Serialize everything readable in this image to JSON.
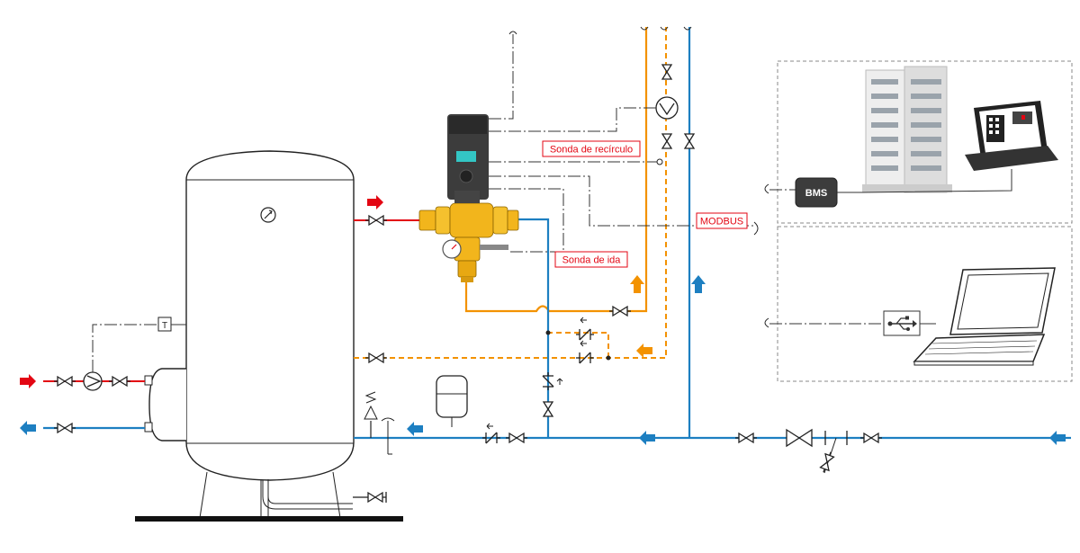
{
  "labels": {
    "sonda_recirculo": "Sonda de recírculo",
    "sonda_ida": "Sonda de ida",
    "modbus": "MODBUS",
    "bms": "BMS",
    "tank_sensor": "T"
  },
  "colors": {
    "cold_water": "#1d7fc1",
    "hot_water": "#f39200",
    "heating": "#e30613",
    "valve_body": "#f2b51c",
    "controller": "#3c3c3c",
    "display": "#33c6c4"
  },
  "icons": [
    "gauge-icon",
    "pump-icon",
    "check-valve-icon",
    "gate-valve-icon",
    "usb-icon",
    "building-icon",
    "laptop-icon",
    "monitor-icon",
    "expansion-vessel-icon",
    "safety-valve-icon",
    "thermometer-icon"
  ]
}
